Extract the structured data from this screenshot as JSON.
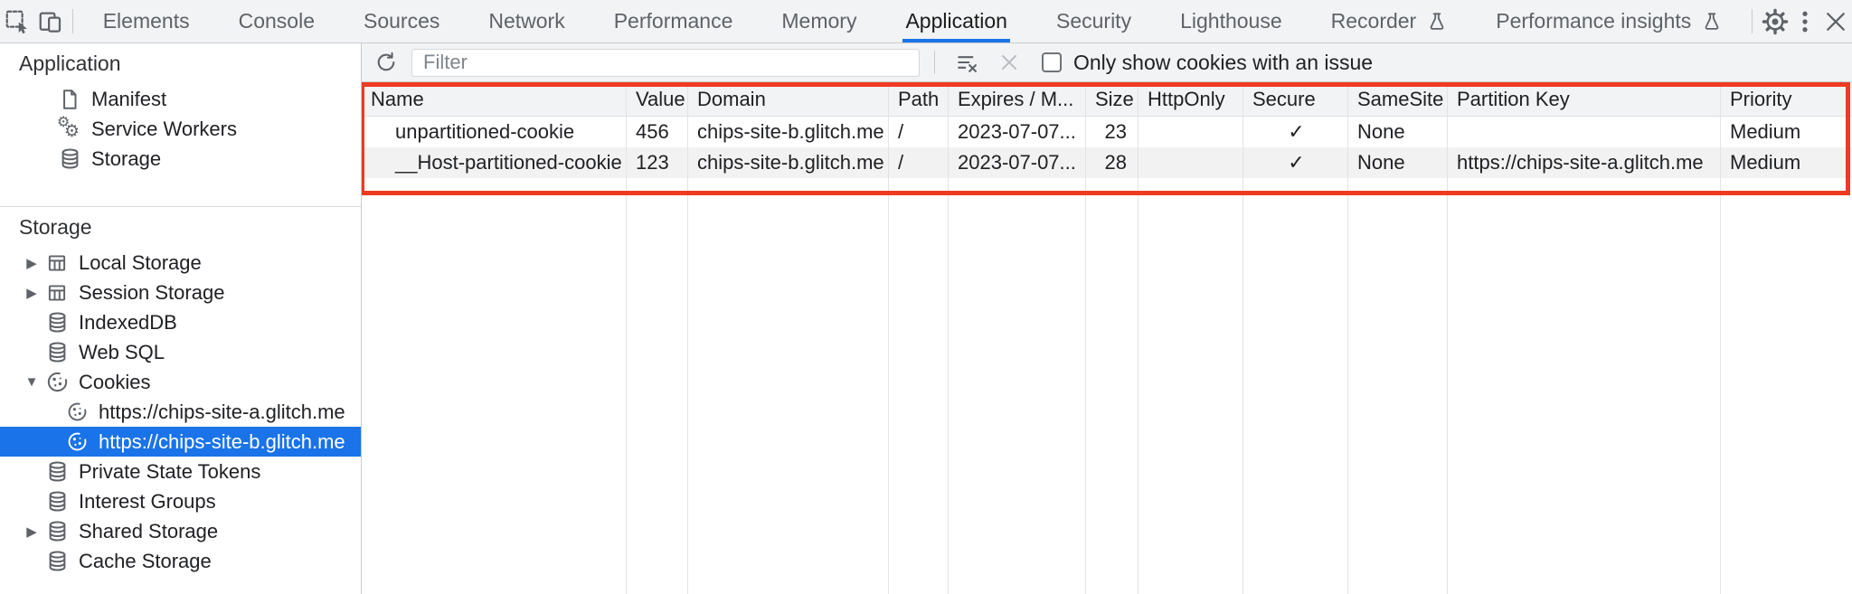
{
  "colors": {
    "accent_blue": "#1a73e8",
    "selection_bg": "#1a73e8",
    "highlight_red": "#ee3b21",
    "toolbar_bg": "#f1f3f4"
  },
  "icons": {
    "inspect-cursor-icon": "dashed-box-with-cursor",
    "device-toolbar-icon": "phone-and-tablet",
    "gear-icon": "gear",
    "kebab-menu-icon": "vertical-dots",
    "close-icon": "x",
    "refresh-icon": "circular-arrow",
    "clear-filter-icon": "lines-with-x",
    "clear-icon": "x-disabled",
    "experiment-flask-icon": "flask",
    "document-icon": "page",
    "gears-icon": "two-gears",
    "database-icon": "cylinder-stack",
    "table-icon": "grid-table",
    "cookie-icon": "cookie-with-bite"
  },
  "tabbar": {
    "tabs": [
      {
        "label": "Elements"
      },
      {
        "label": "Console"
      },
      {
        "label": "Sources"
      },
      {
        "label": "Network"
      },
      {
        "label": "Performance"
      },
      {
        "label": "Memory"
      },
      {
        "label": "Application",
        "selected": true
      },
      {
        "label": "Security"
      },
      {
        "label": "Lighthouse"
      },
      {
        "label": "Recorder",
        "experiment": true
      },
      {
        "label": "Performance insights",
        "experiment": true
      }
    ]
  },
  "sidebar": {
    "glyphs": {
      "collapsed": "▶",
      "expanded": "▼"
    },
    "sections": [
      {
        "title": "Application",
        "items": [
          {
            "label": "Manifest",
            "icon": "document-icon"
          },
          {
            "label": "Service Workers",
            "icon": "gears-icon"
          },
          {
            "label": "Storage",
            "icon": "database-icon"
          }
        ]
      },
      {
        "title": "Storage",
        "items": [
          {
            "label": "Local Storage",
            "icon": "table-icon",
            "expander": "collapsed"
          },
          {
            "label": "Session Storage",
            "icon": "table-icon",
            "expander": "collapsed"
          },
          {
            "label": "IndexedDB",
            "icon": "database-icon"
          },
          {
            "label": "Web SQL",
            "icon": "database-icon"
          },
          {
            "label": "Cookies",
            "icon": "cookie-icon",
            "expander": "expanded"
          },
          {
            "label": "https://chips-site-a.glitch.me",
            "icon": "cookie-icon",
            "child": true
          },
          {
            "label": "https://chips-site-b.glitch.me",
            "icon": "cookie-icon",
            "child": true,
            "selected": true
          },
          {
            "label": "Private State Tokens",
            "icon": "database-icon"
          },
          {
            "label": "Interest Groups",
            "icon": "database-icon"
          },
          {
            "label": "Shared Storage",
            "icon": "database-icon",
            "expander": "collapsed"
          },
          {
            "label": "Cache Storage",
            "icon": "database-icon"
          }
        ]
      }
    ]
  },
  "main": {
    "toolbar": {
      "filter_placeholder": "Filter",
      "checkbox_label": "Only show cookies with an issue",
      "checkbox_checked": false
    },
    "table": {
      "columns": [
        "Name",
        "Value",
        "Domain",
        "Path",
        "Expires / M...",
        "Size",
        "HttpOnly",
        "Secure",
        "SameSite",
        "Partition Key",
        "Priority"
      ],
      "rows": [
        [
          "unpartitioned-cookie",
          "456",
          "chips-site-b.glitch.me",
          "/",
          "2023-07-07...",
          "23",
          "",
          "✓",
          "None",
          "",
          "Medium"
        ],
        [
          "__Host-partitioned-cookie",
          "123",
          "chips-site-b.glitch.me",
          "/",
          "2023-07-07...",
          "28",
          "",
          "✓",
          "None",
          "https://chips-site-a.glitch.me",
          "Medium"
        ]
      ]
    }
  }
}
